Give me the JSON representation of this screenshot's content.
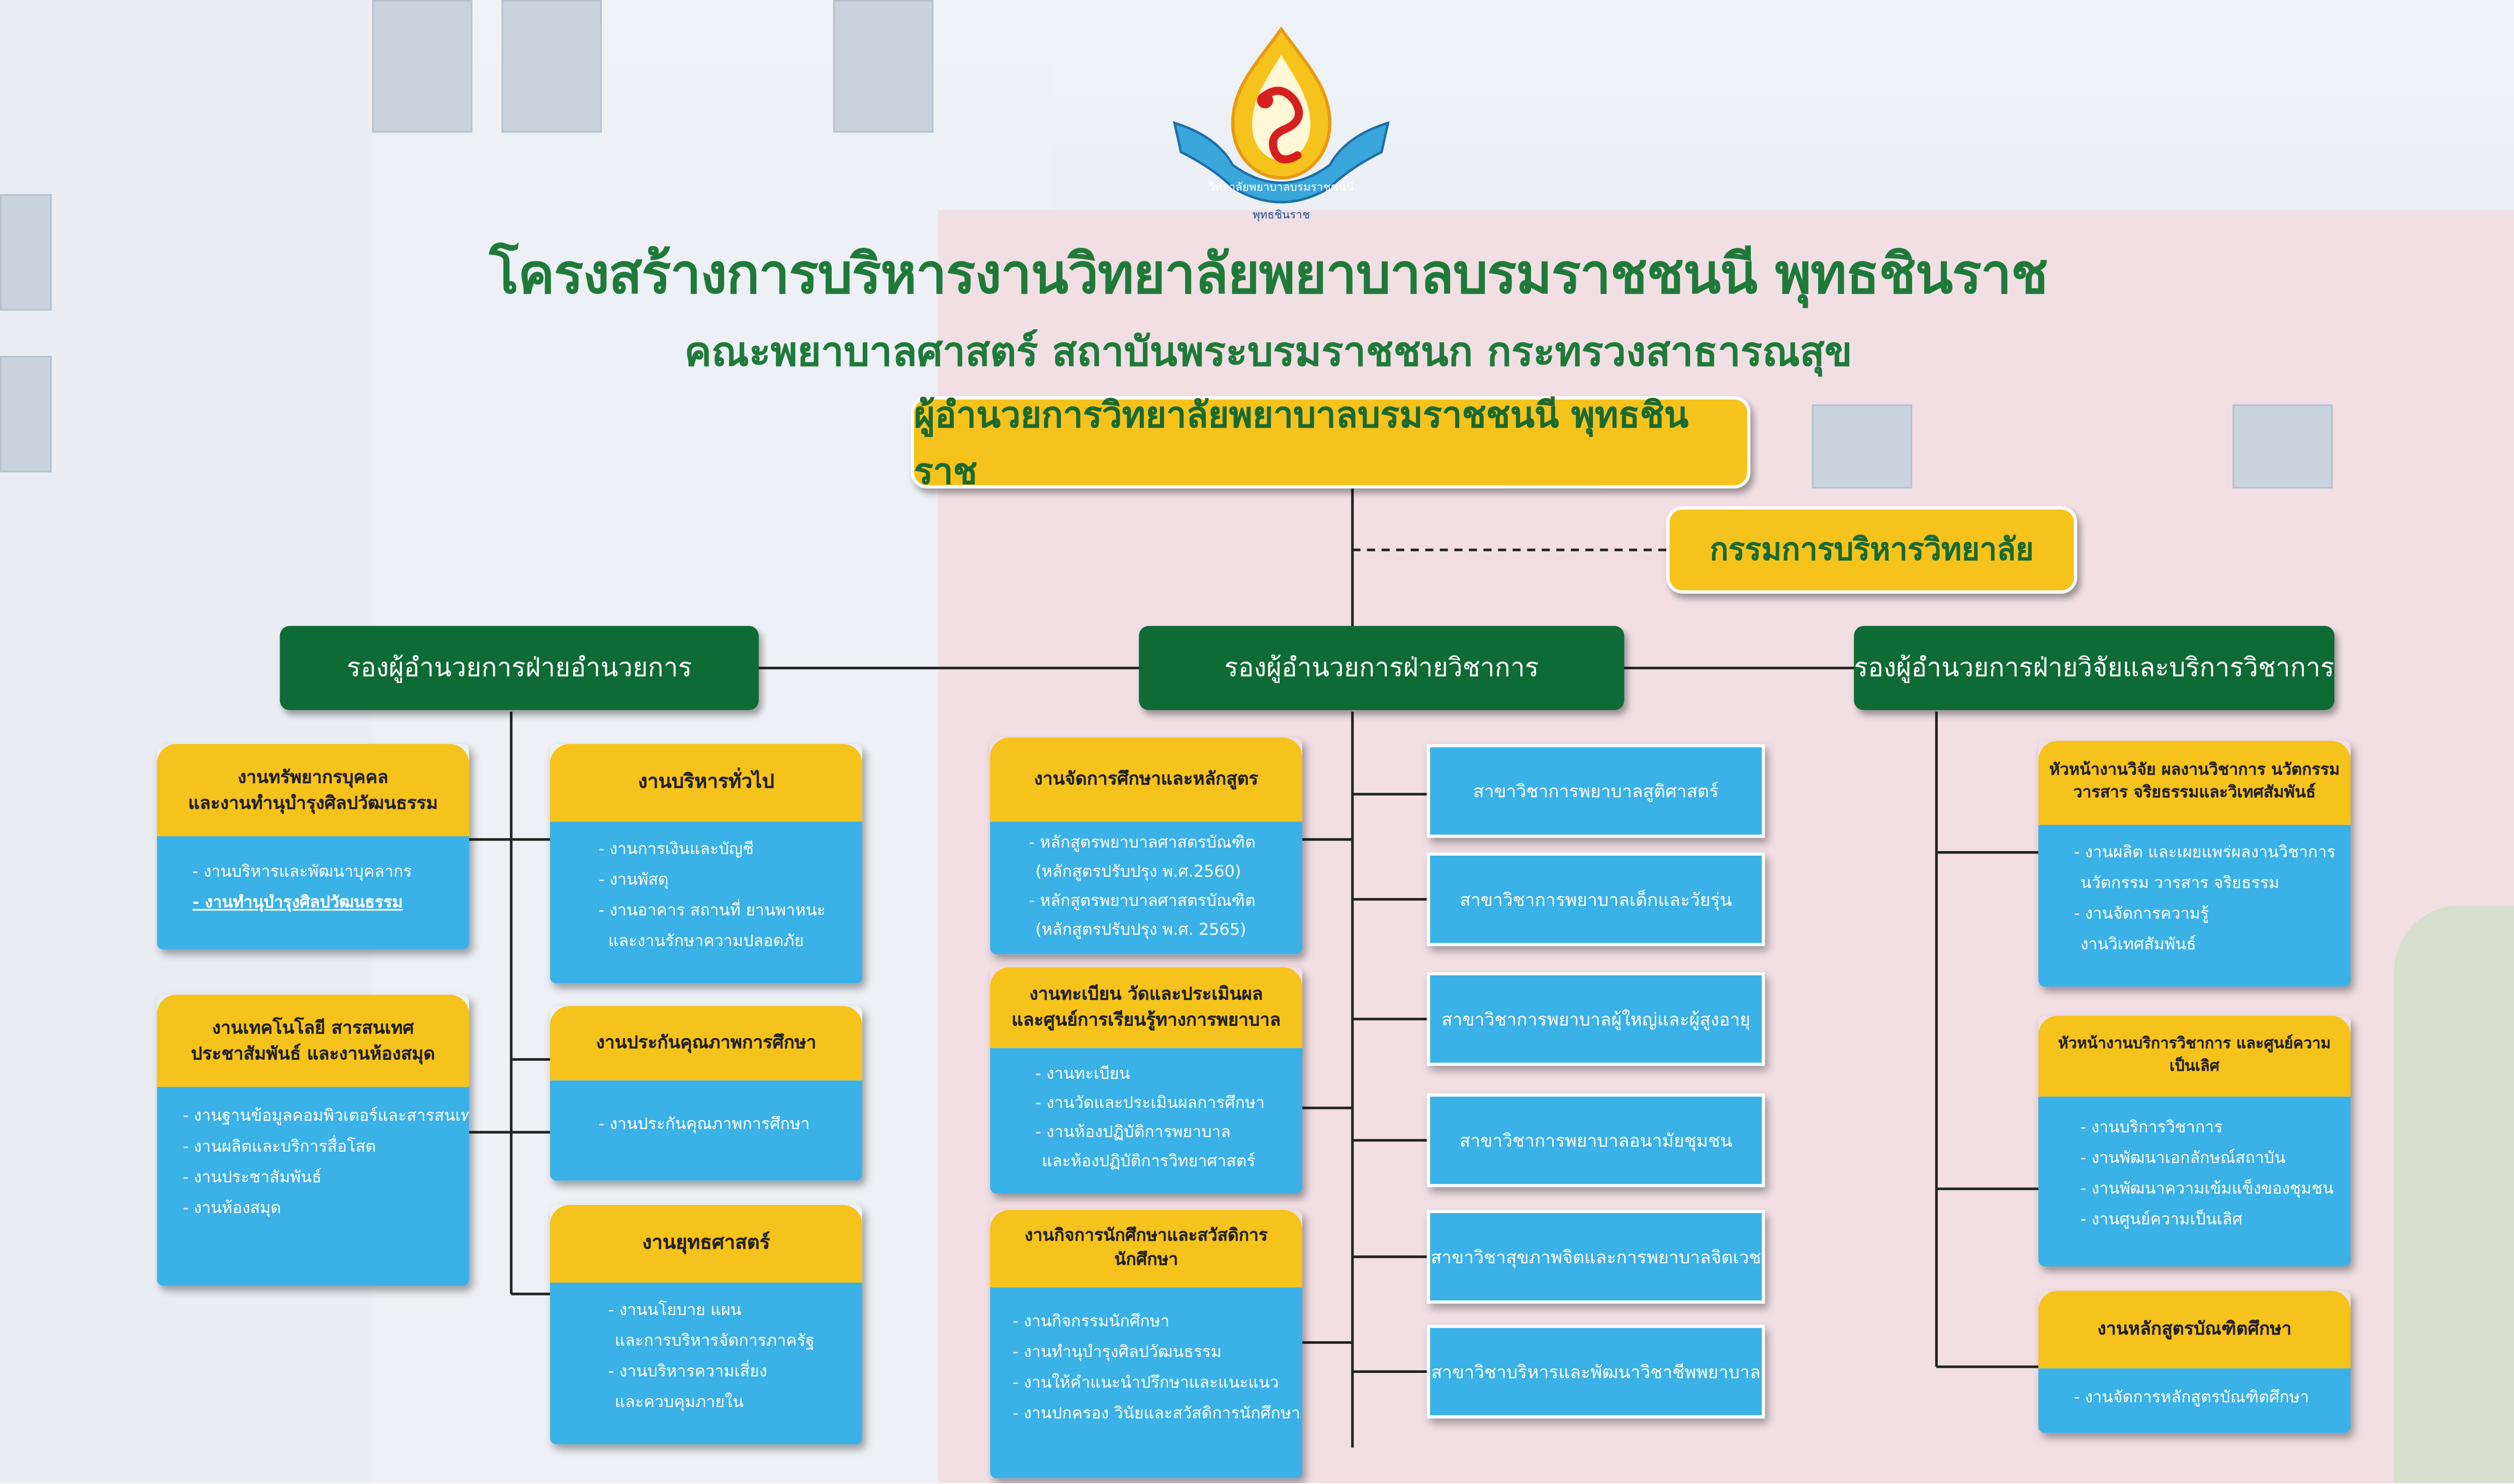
{
  "title": "โครงสร้างการบริหารงานวิทยาลัยพยาบาลบรมราชชนนี  พุทธชินราช",
  "subtitle": "คณะพยาบาลศาสตร์  สถาบันพระบรมราชชนก   กระทรวงสาธารณสุข",
  "logo": {
    "text": "วิทยาลัยพยาบาลบรมราชชนนี",
    "text2": "พุทธชินราช"
  },
  "director": "ผู้อำนวยการวิทยาลัยพยาบาลบรมราชชนนี พุทธชินราช",
  "committee": "กรรมการบริหารวิทยาลัย",
  "vp": {
    "admin": "รองผู้อำนวยการฝ่ายอำนวยการ",
    "academic": "รองผู้อำนวยการฝ่ายวิชาการ",
    "research": "รองผู้อำนวยการฝ่ายวิจัยและบริการวิชาการ"
  },
  "hr": {
    "header": [
      "งานทรัพยากรบุคคล",
      "และงานทำนุบำรุงศิลปวัฒนธรรม"
    ],
    "items": [
      "- งานบริหารและพัฒนาบุคลากร",
      "- งานทำนุบำรุงศิลปวัฒนธรรม"
    ]
  },
  "it": {
    "header": [
      "งานเทคโนโลยี สารสนเทศ",
      "ประชาสัมพันธ์ และงานห้องสมุด"
    ],
    "items": [
      "- งานฐานข้อมูลคอมพิวเตอร์และสารสนเทศ",
      "- งานผลิตและบริการสื่อโสต",
      "- งานประชาสัมพันธ์",
      "- งานห้องสมุด"
    ]
  },
  "general": {
    "header": [
      "งานบริหารทั่วไป"
    ],
    "items": [
      "- งานการเงินและบัญชี",
      "- งานพัสดุ",
      "- งานอาคาร สถานที่ ยานพาหนะ",
      "  และงานรักษาความปลอดภัย"
    ]
  },
  "qa": {
    "header": [
      "งานประกันคุณภาพการศึกษา"
    ],
    "items": [
      "- งานประกันคุณภาพการศึกษา"
    ]
  },
  "strategy": {
    "header": [
      "งานยุทธศาสตร์"
    ],
    "items": [
      "- งานนโยบาย แผน",
      "  และการบริหารจัดการภาครัฐ",
      "- งานบริหารความเสี่ยง",
      "  และควบคุมภายใน"
    ]
  },
  "curriculum": {
    "header": [
      "งานจัดการศึกษาและหลักสูตร"
    ],
    "items": [
      "- หลักสูตรพยาบาลศาสตรบัณฑิต",
      "  (หลักสูตรปรับปรุง พ.ศ.2560)",
      "- หลักสูตรพยาบาลศาสตรบัณฑิต",
      "  (หลักสูตรปรับปรุง พ.ศ. 2565)"
    ]
  },
  "registrar": {
    "header": [
      "งานทะเบียน วัดและประเมินผล",
      "และศูนย์การเรียนรู้ทางการพยาบาล"
    ],
    "items": [
      "- งานทะเบียน",
      "- งานวัดและประเมินผลการศึกษา",
      "- งานห้องปฏิบัติการพยาบาล",
      "  และห้องปฏิบัติการวิทยาศาสตร์"
    ]
  },
  "student": {
    "header": [
      "งานกิจการนักศึกษาและสวัสดิการนักศึกษา"
    ],
    "items": [
      "- งานกิจกรรมนักศึกษา",
      "- งานทำนุบำรุงศิลปวัฒนธรรม",
      "- งานให้คำแนะนำปรึกษาและแนะแนว",
      "- งานปกครอง วินัยและสวัสดิการนักศึกษา"
    ]
  },
  "branches": [
    "สาขาวิชาการพยาบาลสูติศาสตร์",
    "สาขาวิชาการพยาบาลเด็กและวัยรุ่น",
    "สาขาวิชาการพยาบาลผู้ใหญ่และผู้สูงอายุ",
    "สาขาวิชาการพยาบาลอนามัยชุมชน",
    "สาขาวิชาสุขภาพจิตและการพยาบาลจิตเวช",
    "สาขาวิชาบริหารและพัฒนาวิชาชีพพยาบาล"
  ],
  "research": {
    "header": [
      "หัวหน้างานวิจัย ผลงานวิชาการ นวัตกรรม",
      "วารสาร จริยธรรมและวิเทศสัมพันธ์"
    ],
    "items": [
      "- งานผลิต และเผยแพร่ผลงานวิชาการ",
      "  นวัตกรรม วารสาร จริยธรรม",
      "- งานจัดการความรู้",
      "  งานวิเทศสัมพันธ์"
    ]
  },
  "service": {
    "header": [
      "หัวหน้างานบริการวิชาการ และศูนย์ความเป็นเลิศ"
    ],
    "items": [
      "- งานบริการวิชาการ",
      "- งานพัฒนาเอกลักษณ์สถาบัน",
      "- งานพัฒนาความเข้มแข็งของชุมชน",
      "- งานศูนย์ความเป็นเลิศ"
    ]
  },
  "graduate": {
    "header": [
      "งานหลักสูตรบัณฑิตศึกษา"
    ],
    "items": [
      "- งานจัดการหลักสูตรบัณฑิตศึกษา"
    ]
  }
}
